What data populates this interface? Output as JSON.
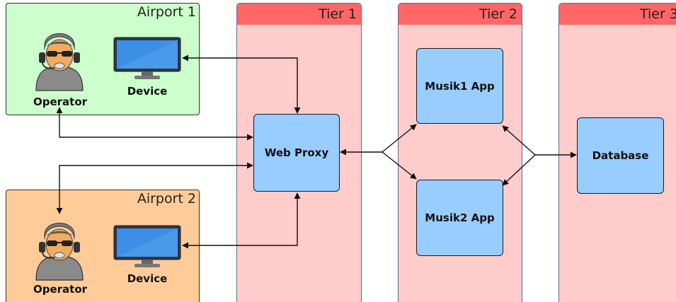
{
  "airports": [
    {
      "title": "Airport 1",
      "operator_label": "Operator",
      "device_label": "Device",
      "color": "#ccffcc"
    },
    {
      "title": "Airport 2",
      "operator_label": "Operator",
      "device_label": "Device",
      "color": "#ffcc99"
    }
  ],
  "tiers": [
    {
      "title": "Tier 1"
    },
    {
      "title": "Tier 2"
    },
    {
      "title": "Tier 3"
    }
  ],
  "nodes": {
    "web_proxy": "Web Proxy",
    "app1": "Musik1 App",
    "app2": "Musik2 App",
    "database": "Database"
  },
  "icons": {
    "operator": "operator-headset-icon",
    "device": "monitor-icon"
  },
  "colors": {
    "tier_body": "#ffcccc",
    "tier_header": "#ff6666",
    "node_fill": "#99ccff"
  }
}
